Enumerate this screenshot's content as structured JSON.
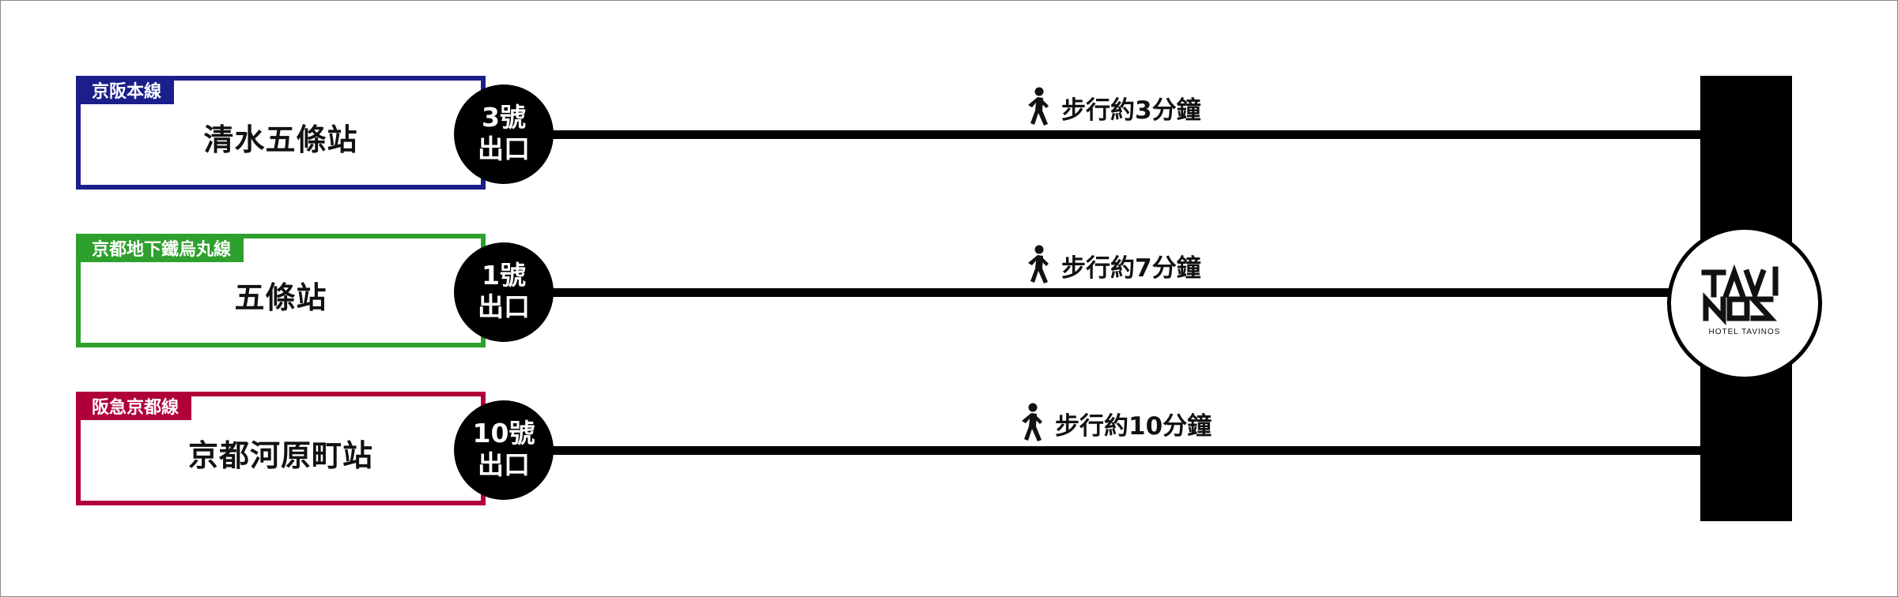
{
  "routes": [
    {
      "line": "京阪本線",
      "station": "清水五條站",
      "exit_num": "3號",
      "exit_word": "出口",
      "walk": "步行約3分鐘",
      "color": "#1b1f8a"
    },
    {
      "line": "京都地下鐵烏丸線",
      "station": "五條站",
      "exit_num": "1號",
      "exit_word": "出口",
      "walk": "步行約7分鐘",
      "color": "#2ea02e"
    },
    {
      "line": "阪急京都線",
      "station": "京都河原町站",
      "exit_num": "10號",
      "exit_word": "出口",
      "walk": "步行約10分鐘",
      "color": "#b0003a"
    }
  ],
  "hotel": {
    "logo_text": "TAVINOS",
    "caption": "HOTEL TAVINOS"
  },
  "icons": {
    "walk": "walking-person-icon"
  }
}
